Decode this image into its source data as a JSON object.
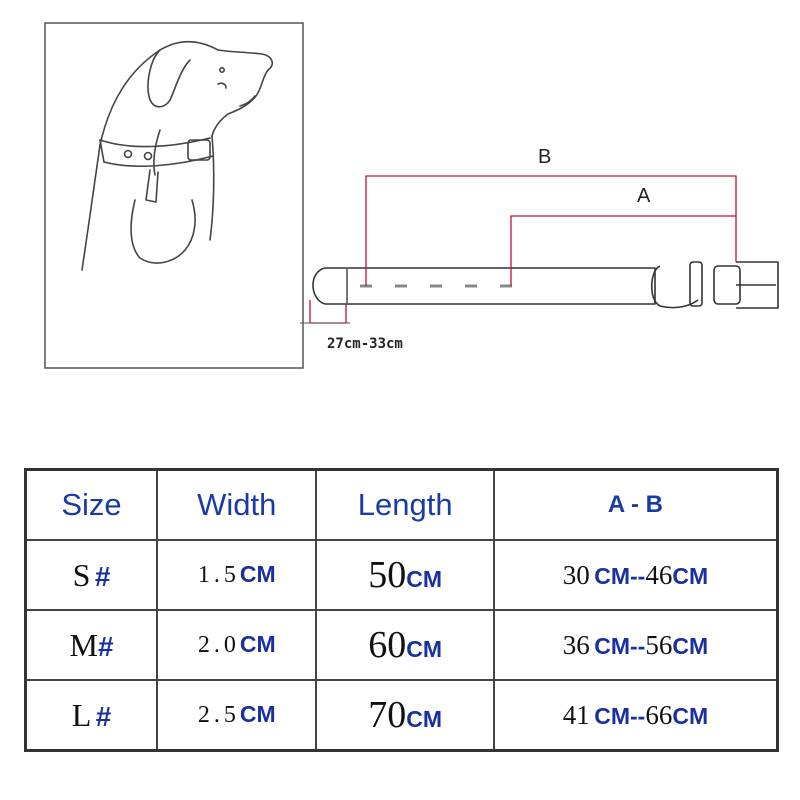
{
  "diagram": {
    "label_b": "B",
    "label_a": "A",
    "neck_range": "27cm-33cm",
    "figure_icon": "dog-wearing-collar-icon",
    "collar_icon": "dog-collar-icon",
    "colors": {
      "line": "#c8102e",
      "ink": "#222222"
    }
  },
  "table": {
    "headers": {
      "size": "Size",
      "width": "Width",
      "length": "Length",
      "ab": "A - B"
    },
    "rows": [
      {
        "size": "S",
        "mark": "#",
        "width": "1.5",
        "width_unit": "CM",
        "length": "50",
        "length_unit": "CM",
        "a": "30",
        "a_unit": "CM",
        "sep": "--",
        "b": "46",
        "b_unit": "CM"
      },
      {
        "size": "M",
        "mark": "#",
        "width": "2.0",
        "width_unit": "CM",
        "length": "60",
        "length_unit": "CM",
        "a": "36",
        "a_unit": "CM",
        "sep": "--",
        "b": "56",
        "b_unit": "CM"
      },
      {
        "size": "L",
        "mark": "#",
        "width": "2.5",
        "width_unit": "CM",
        "length": "70",
        "length_unit": "CM",
        "a": "41",
        "a_unit": "CM",
        "sep": "--",
        "b": "66",
        "b_unit": "CM"
      }
    ],
    "colors": {
      "header": "#1a3aa8",
      "unit": "#1a2fa0",
      "border": "#444444"
    }
  }
}
